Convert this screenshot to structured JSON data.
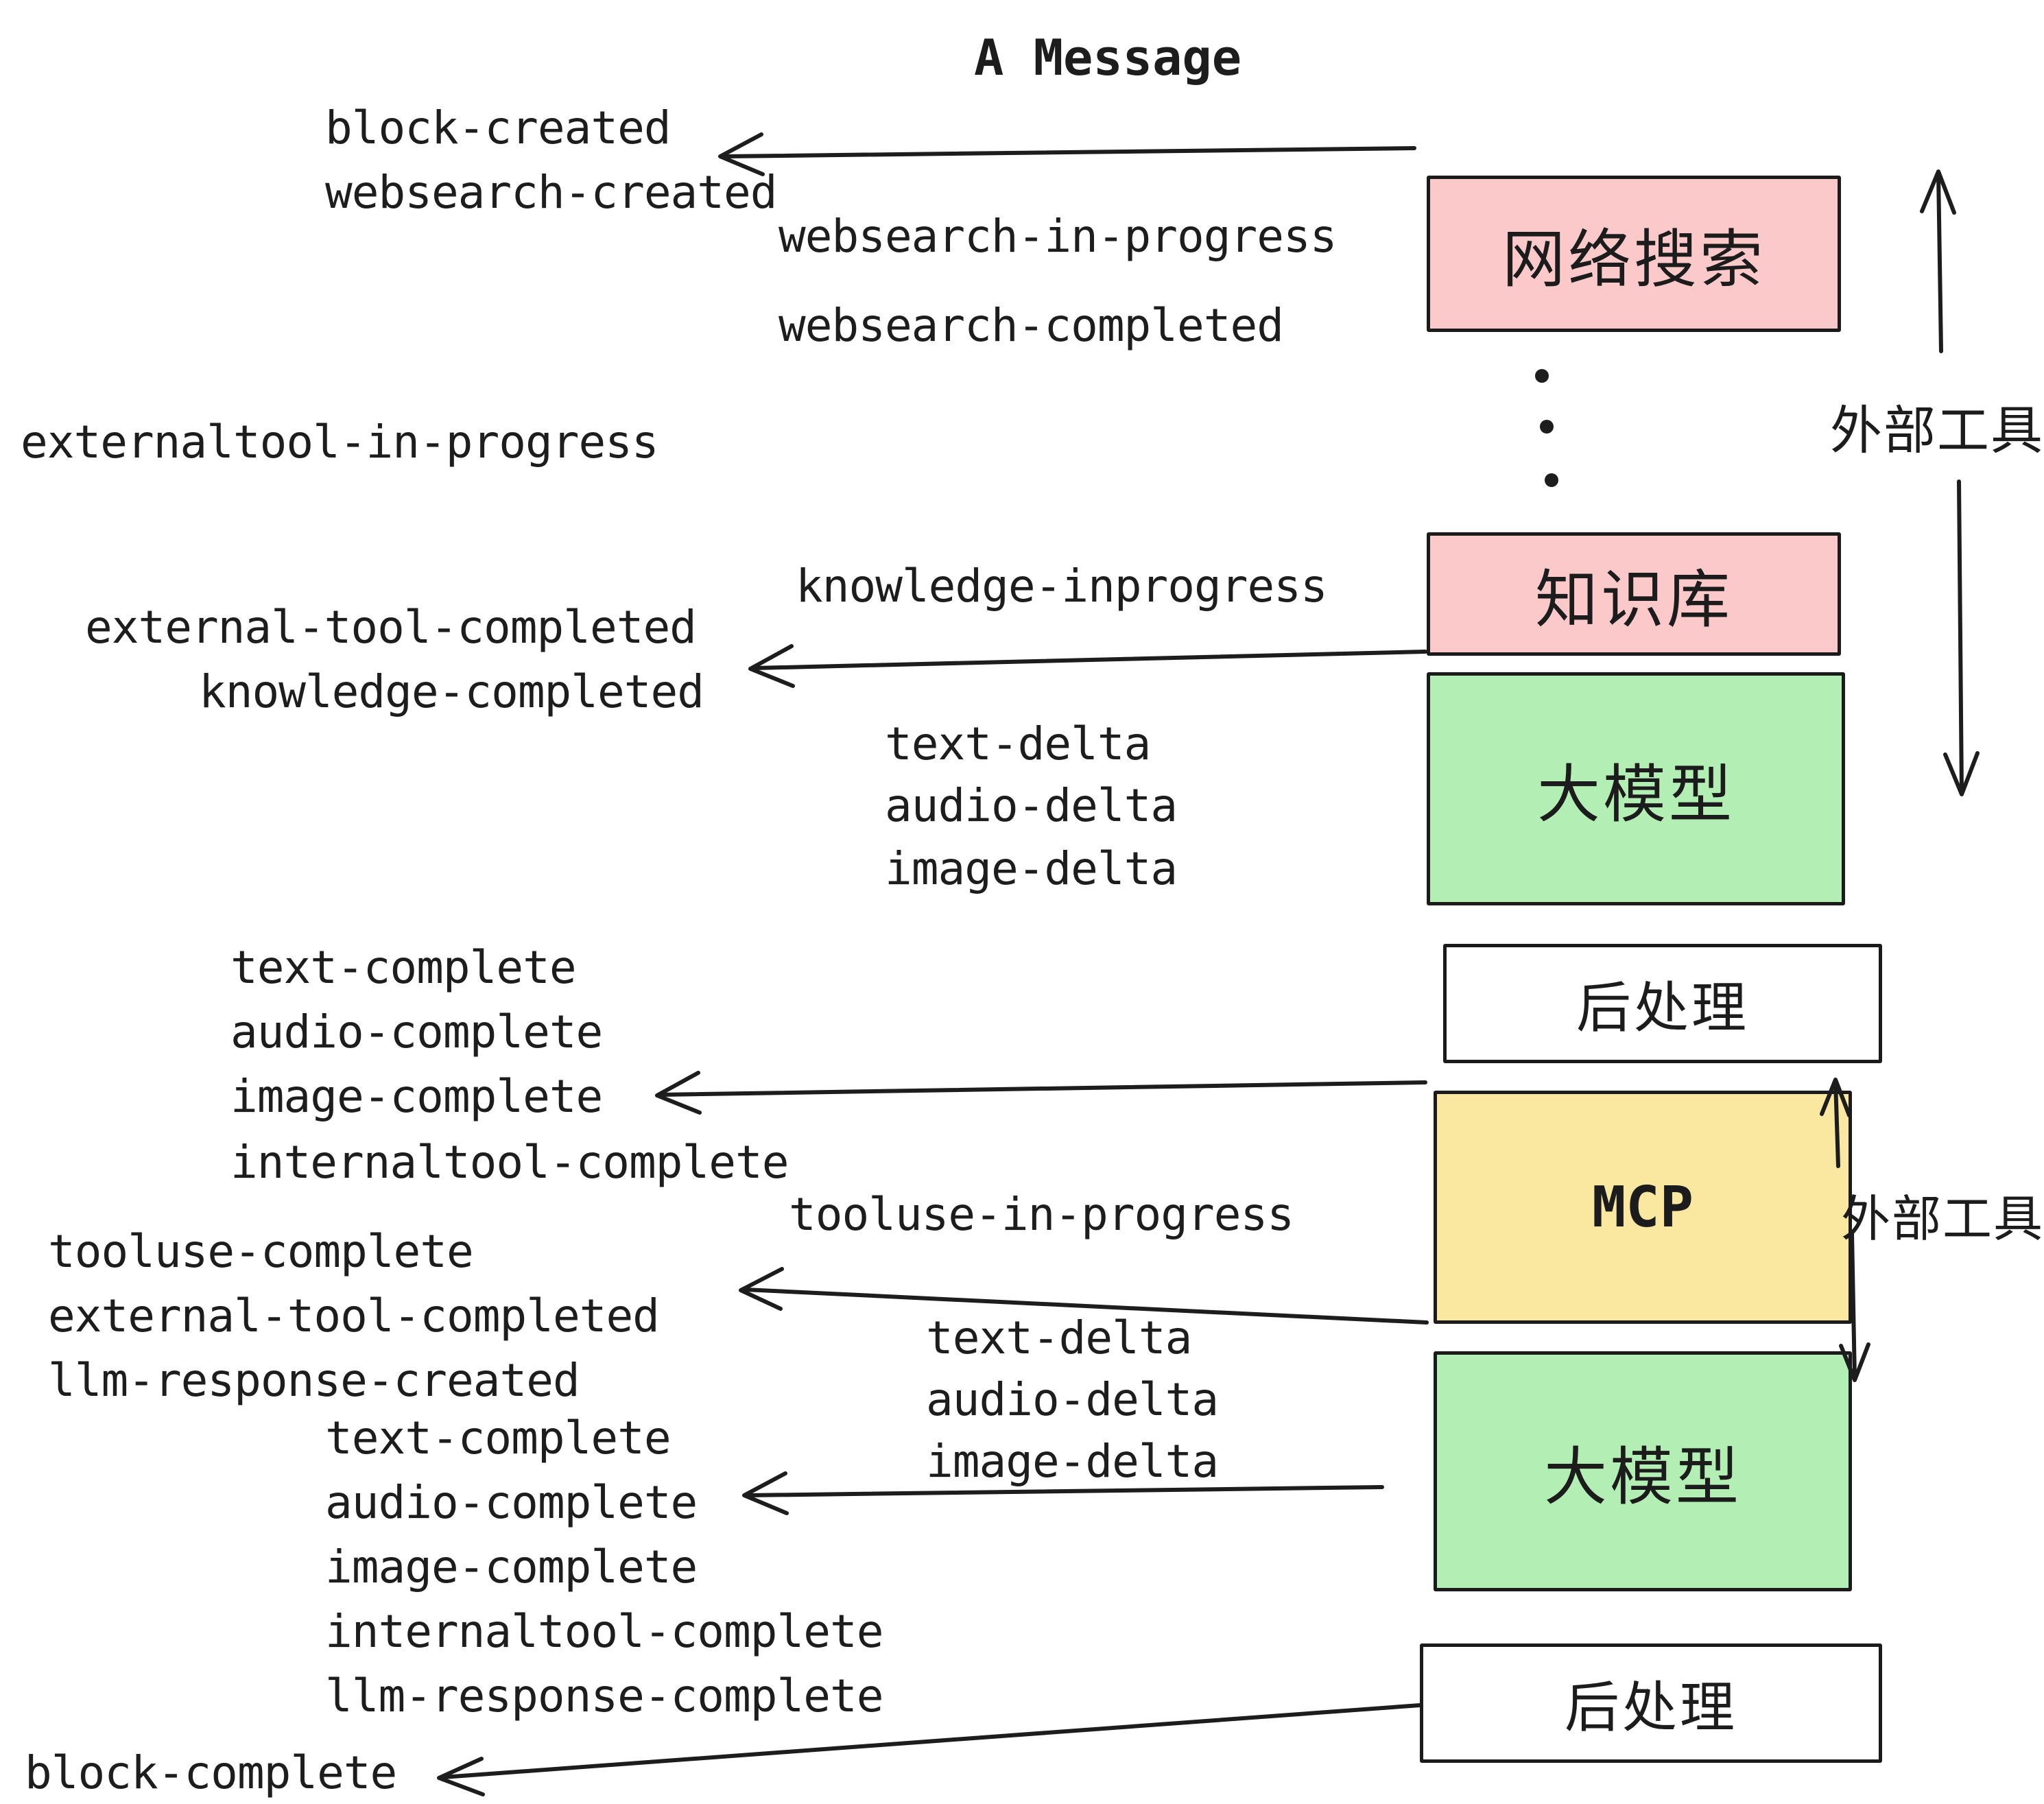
{
  "title": "A Message",
  "colors": {
    "pink": "#FBC9C9",
    "green": "#B3EFB4",
    "yellow": "#FAE8A0",
    "white_box": "#FFFFFF",
    "box_border": "#1B1B1B",
    "ink": "#1D1D1D",
    "background": "#FFFFFF"
  },
  "boxes": {
    "websearch": {
      "label": "网络搜索"
    },
    "knowledge": {
      "label": "知识库"
    },
    "llm_top": {
      "label": "大模型"
    },
    "postprocess_top": {
      "label": "后处理"
    },
    "mcp": {
      "label": "MCP"
    },
    "llm_bottom": {
      "label": "大模型"
    },
    "postprocess_bottom": {
      "label": "后处理"
    }
  },
  "side_labels": {
    "external_tools_top": "外部工具",
    "external_tools_mcp": "外部工具"
  },
  "events": {
    "block_created": "block-created",
    "websearch_created": "websearch-created",
    "websearch_in_progress": "websearch-in-progress",
    "websearch_completed": "websearch-completed",
    "externaltool_in_progress": "externaltool-in-progress",
    "knowledge_inprogress": "knowledge-inprogress",
    "external_tool_completed_1": "external-tool-completed",
    "knowledge_completed": "knowledge-completed",
    "text_delta_1": "text-delta",
    "audio_delta_1": "audio-delta",
    "image_delta_1": "image-delta",
    "text_complete_1": "text-complete",
    "audio_complete_1": "audio-complete",
    "image_complete_1": "image-complete",
    "internaltool_complete_1": "internaltool-complete",
    "tooluse_in_progress": "tooluse-in-progress",
    "tooluse_complete": "tooluse-complete",
    "external_tool_completed_2": "external-tool-completed",
    "llm_response_created": "llm-response-created",
    "text_complete_2": "text-complete",
    "audio_complete_2": "audio-complete",
    "image_complete_2": "image-complete",
    "internaltool_complete_2": "internaltool-complete",
    "llm_response_complete": "llm-response-complete",
    "text_delta_2": "text-delta",
    "audio_delta_2": "audio-delta",
    "image_delta_2": "image-delta",
    "block_complete": "block-complete"
  }
}
